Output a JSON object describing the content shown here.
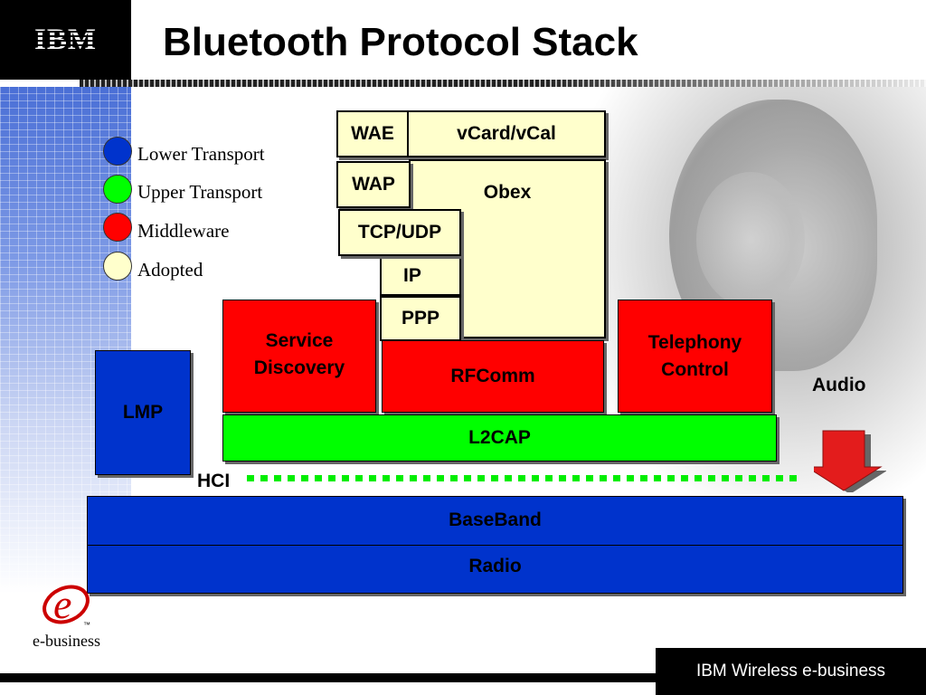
{
  "header": {
    "logo": "IBM",
    "title": "Bluetooth Protocol Stack"
  },
  "legend": [
    {
      "label": "Lower Transport",
      "color": "#0033cc"
    },
    {
      "label": "Upper Transport",
      "color": "#00ff00"
    },
    {
      "label": "Middleware",
      "color": "#ff0000"
    },
    {
      "label": "Adopted",
      "color": "#ffffcc"
    }
  ],
  "stack": {
    "wae": "WAE",
    "vcard": "vCard/vCal",
    "wap": "WAP",
    "obex": "Obex",
    "tcpudp": "TCP/UDP",
    "ip": "IP",
    "ppp": "PPP",
    "service_discovery": "Service Discovery",
    "rfcomm": "RFComm",
    "telephony": "Telephony Control",
    "lmp": "LMP",
    "l2cap": "L2CAP",
    "audio": "Audio",
    "hci": "HCI",
    "baseband": "BaseBand",
    "radio": "Radio"
  },
  "footer": {
    "brand": "IBM Wireless e-business",
    "ebusiness_mark": "e",
    "ebusiness_tm": "™",
    "ebusiness_label": "e-business"
  }
}
